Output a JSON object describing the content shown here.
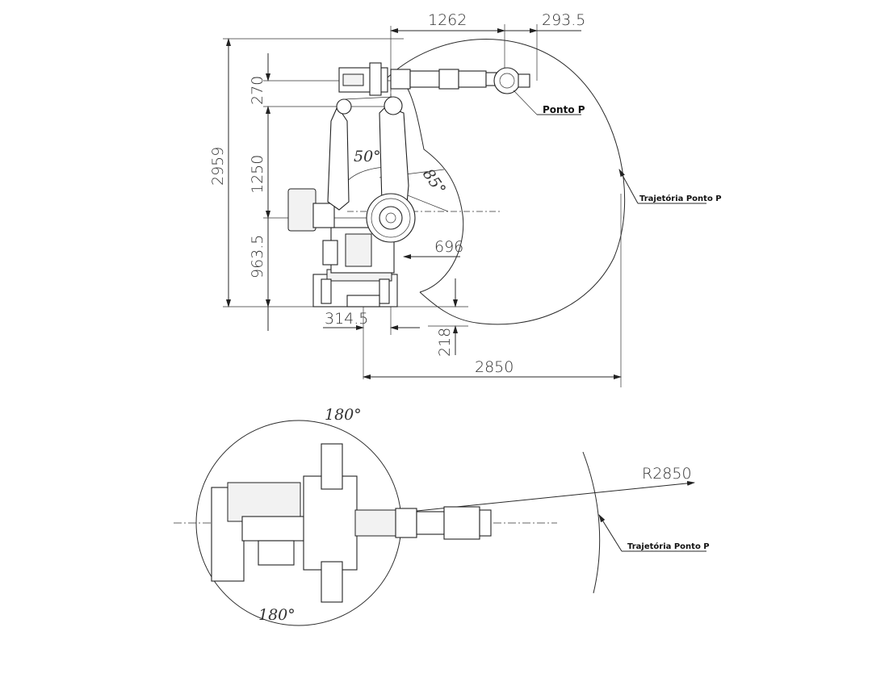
{
  "side_view": {
    "dims": {
      "top_reach": "1262",
      "wrist_offset": "293.5",
      "arm_offset": "270",
      "total_height": "2959",
      "arm_length": "1250",
      "base_height": "963.5",
      "inner_radius": "696",
      "rear_offset": "314.5",
      "below_base": "218",
      "max_reach": "2850"
    },
    "angles": {
      "lower": "50°",
      "upper": "85°"
    },
    "labels": {
      "point_p": "Ponto P",
      "trajectory": "Trajetória Ponto P"
    }
  },
  "top_view": {
    "dims": {
      "radius": "R2850"
    },
    "angles": {
      "top": "180°",
      "bottom": "180°"
    },
    "labels": {
      "trajectory": "Trajetória Ponto P"
    }
  },
  "colors": {
    "line": "#2a2a2a",
    "background": "#ffffff"
  }
}
